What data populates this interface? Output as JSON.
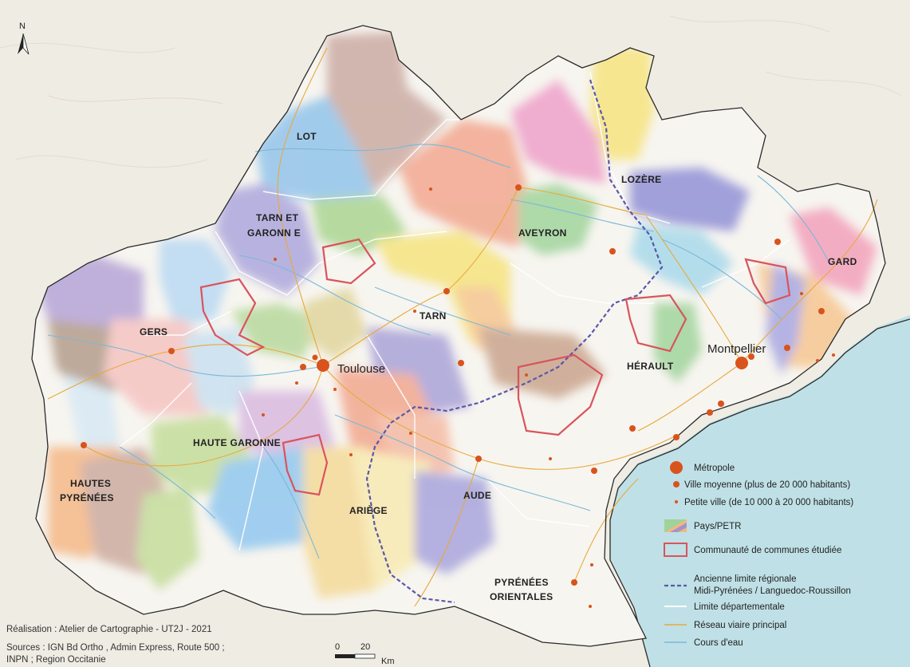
{
  "north_label": "N",
  "departments": {
    "lot": "LOT",
    "tarn_garonne_1": "TARN ET",
    "tarn_garonne_2": "GARONN E",
    "aveyron": "AVEYRON",
    "lozere": "LOZÈRE",
    "gard": "GARD",
    "gers": "GERS",
    "tarn": "TARN",
    "herault": "HÉRAULT",
    "haute_garonne": "HAUTE GARONNE",
    "hautes_pyrenees_1": "HAUTES",
    "hautes_pyrenees_2": "PYRÉNÉES",
    "ariege": "ARIÈGE",
    "aude": "AUDE",
    "pyrenees_orientales_1": "PYRÉNÉES",
    "pyrenees_orientales_2": "ORIENTALES"
  },
  "cities": {
    "toulouse": "Toulouse",
    "montpellier": "Montpellier"
  },
  "legend": {
    "metropole": "Métropole",
    "ville_moyenne": "Ville moyenne (plus de 20 000 habitants)",
    "petite_ville": "Petite ville (de 10 000 à 20 000 habitants)",
    "pays": "Pays/PETR",
    "communaute": "Communauté de communes étudiée",
    "ancienne_1": "Ancienne limite régionale",
    "ancienne_2": "Midi-Pyrénées / Languedoc-Roussillon",
    "limite_dep": "Limite départementale",
    "reseau": "Réseau viaire principal",
    "cours": "Cours d'eau"
  },
  "credits": {
    "line1": "Réalisation : Atelier de Cartographie - UT2J - 2021",
    "line2": "Sources : IGN Bd Ortho , Admin Express, Route 500 ;",
    "line3": "INPN ; Region Occitanie"
  },
  "scale": {
    "zero": "0",
    "twenty": "20",
    "unit": "Km"
  },
  "colors": {
    "sea": "#bfe0e6",
    "land_outside": "#efece4",
    "land_inside": "#f7f5f0",
    "cc_outline": "#d9545c",
    "old_boundary": "#5a58a8",
    "road": "#e8a93a",
    "river": "#7cb8d8",
    "city": "#d9531c"
  }
}
